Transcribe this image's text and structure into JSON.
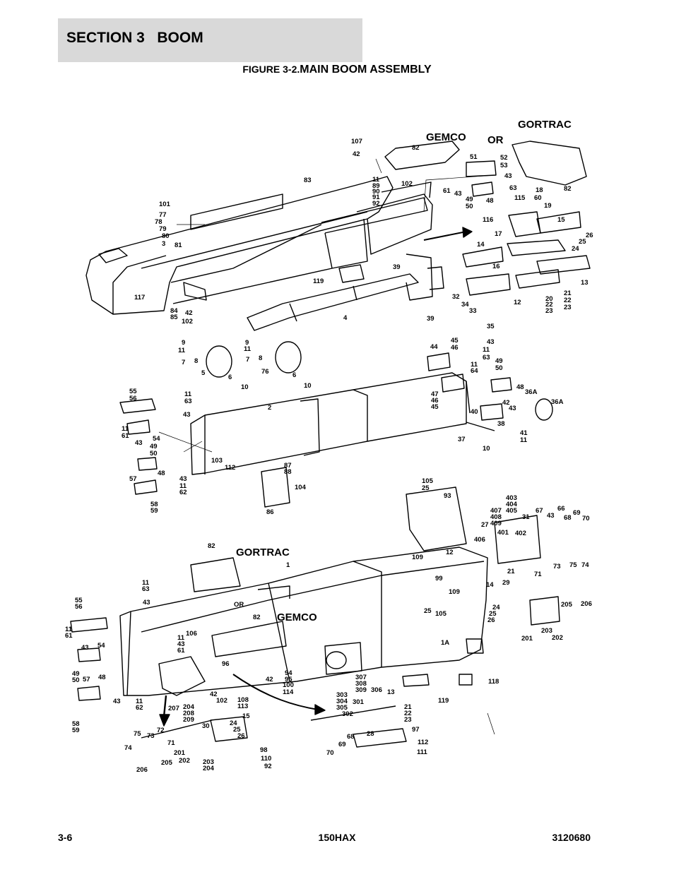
{
  "header": {
    "section": "SECTION 3   BOOM",
    "figure_prefix": "FIGURE 3-2.",
    "figure_title": "MAIN BOOM ASSEMBLY"
  },
  "diagram": {
    "brand_labels": [
      "GEMCO",
      "OR",
      "GORTRAC",
      "GORTRAC",
      "OR",
      "GEMCO"
    ],
    "part_numbers": [
      "107",
      "42",
      "82",
      "51",
      "52",
      "53",
      "43",
      "63",
      "61",
      "43",
      "49",
      "50",
      "48",
      "115",
      "18",
      "60",
      "19",
      "82",
      "83",
      "11",
      "89",
      "90",
      "91",
      "92",
      "102",
      "101",
      "77",
      "78",
      "79",
      "80",
      "3",
      "81",
      "116",
      "17",
      "15",
      "26",
      "25",
      "24",
      "14",
      "16",
      "13",
      "21",
      "22",
      "23",
      "20",
      "22",
      "23",
      "12",
      "119",
      "39",
      "32",
      "34",
      "33",
      "35",
      "39",
      "117",
      "84",
      "85",
      "42",
      "102",
      "4",
      "9",
      "11",
      "7",
      "8",
      "5",
      "6",
      "10",
      "9",
      "11",
      "7",
      "8",
      "76",
      "6",
      "10",
      "44",
      "45",
      "46",
      "43",
      "11",
      "63",
      "11",
      "64",
      "49",
      "50",
      "48",
      "36A",
      "36A",
      "47",
      "46",
      "45",
      "43",
      "42",
      "40",
      "38",
      "41",
      "11",
      "37",
      "10",
      "55",
      "56",
      "11",
      "63",
      "43",
      "2",
      "11",
      "61",
      "54",
      "49",
      "50",
      "43",
      "48",
      "103",
      "112",
      "57",
      "43",
      "11",
      "62",
      "58",
      "59",
      "87",
      "88",
      "104",
      "86",
      "105",
      "25",
      "93",
      "403",
      "404",
      "405",
      "407",
      "408",
      "409",
      "27",
      "401",
      "402",
      "406",
      "31",
      "67",
      "43",
      "66",
      "68",
      "69",
      "70",
      "82",
      "109",
      "12",
      "21",
      "71",
      "73",
      "75",
      "74",
      "205",
      "206",
      "14",
      "29",
      "24",
      "25",
      "26",
      "99",
      "109",
      "25",
      "105",
      "1",
      "201",
      "203",
      "202",
      "11",
      "63",
      "43",
      "55",
      "56",
      "11",
      "61",
      "43",
      "54",
      "49",
      "50",
      "48",
      "57",
      "43",
      "11",
      "62",
      "58",
      "59",
      "106",
      "11",
      "43",
      "61",
      "82",
      "96",
      "1A",
      "118",
      "119",
      "42",
      "94",
      "95",
      "100",
      "114",
      "108",
      "113",
      "207",
      "204",
      "208",
      "209",
      "42",
      "102",
      "15",
      "24",
      "25",
      "26",
      "98",
      "110",
      "92",
      "75",
      "72",
      "73",
      "71",
      "74",
      "206",
      "205",
      "201",
      "202",
      "203",
      "204",
      "30",
      "307",
      "308",
      "309",
      "303",
      "304",
      "305",
      "306",
      "301",
      "13",
      "302",
      "21",
      "22",
      "23",
      "97",
      "28",
      "112",
      "111",
      "68",
      "69",
      "70"
    ]
  },
  "footer": {
    "page": "3-6",
    "model": "150HAX",
    "doc_number": "3120680"
  }
}
